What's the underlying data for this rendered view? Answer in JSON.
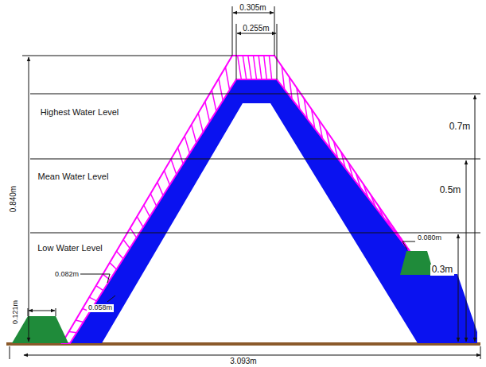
{
  "diagram": {
    "labels": [
      "0.305m",
      "0.255m",
      "0.840m",
      "Highest Water Level",
      "Mean Water Level",
      "Low Water Level",
      "0.7m",
      "0.5m",
      "0.3m",
      "0.080m",
      "0.121m",
      "0.082m",
      "0.058m",
      "3.093m"
    ]
  }
}
